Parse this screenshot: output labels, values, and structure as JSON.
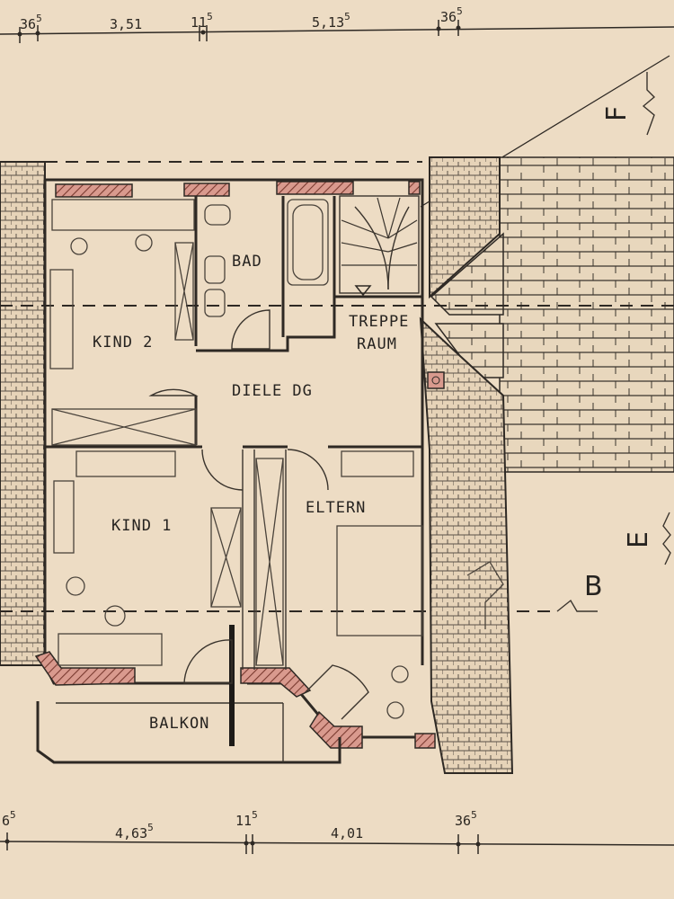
{
  "dimensions_top": [
    {
      "main": "36",
      "sup": "5"
    },
    {
      "main": "3,51",
      "sup": ""
    },
    {
      "main": "11",
      "sup": "5"
    },
    {
      "main": "5,13",
      "sup": "5"
    },
    {
      "main": "36",
      "sup": "5"
    }
  ],
  "dimensions_bottom": [
    {
      "main": "6",
      "sup": "5"
    },
    {
      "main": "4,63",
      "sup": "5"
    },
    {
      "main": "11",
      "sup": "5"
    },
    {
      "main": "4,01",
      "sup": ""
    },
    {
      "main": "36",
      "sup": "5"
    }
  ],
  "rooms": {
    "bad": "BAD",
    "treppe": "TREPPE",
    "raum": "RAUM",
    "kind2": "KIND 2",
    "diele": "DIELE DG",
    "kind1": "KIND 1",
    "eltern": "ELTERN",
    "balkon": "BALKON"
  },
  "section_marks": {
    "f": "F",
    "e": "E",
    "b": "B"
  },
  "colors": {
    "paper": "#eddcc4",
    "ink": "#2e2924",
    "cut_wall_fill": "#d99a8e"
  }
}
